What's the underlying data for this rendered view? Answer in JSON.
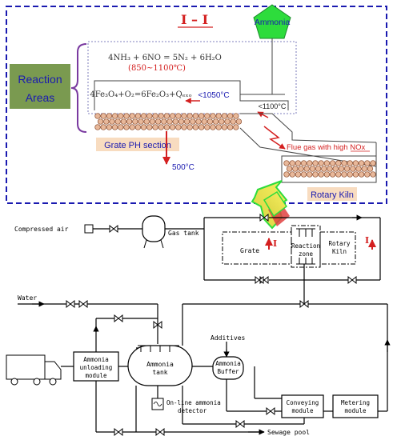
{
  "top_panel": {
    "section_title": "I – I",
    "ammonia_label": "Ammonia",
    "reaction_areas": [
      "Reaction",
      "Areas"
    ],
    "equation_nox": "4NH₃ + 6NO = 5N₂ + 6H₂O",
    "equation_range": "(850~1100℃)",
    "equation_fe": "4Fe₃O₄+O₂=6Fe₂O₃+Qₑₓₒ",
    "temp_1050": "<1050°C",
    "temp_1100": "<1100°C",
    "temp_500": "500°C",
    "flue_gas": "Flue gas with high NOx",
    "grate_ph": "Grate PH section",
    "rotary_kiln": "Rotary Kiln"
  },
  "process": {
    "compressed_air": "Compressed air",
    "gas_tank": "Gas tank",
    "grate": "Grate",
    "reaction_zone": [
      "Reaction",
      "zone"
    ],
    "rotary_kiln": [
      "Rotary",
      "Kiln"
    ],
    "section_mark_left": "I",
    "section_mark_right": "I",
    "water": "Water",
    "additives": "Additives",
    "ammonia_unloading": [
      "Ammonia",
      "unloading",
      "module"
    ],
    "ammonia_tank": [
      "Ammonia",
      "tank"
    ],
    "ammonia_buffer": [
      "Ammonia",
      "Buffer"
    ],
    "online_detector": [
      "On-line ammonia",
      "detector"
    ],
    "conveying_module": [
      "Conveying",
      "module"
    ],
    "metering_module": [
      "Metering",
      "module"
    ],
    "sewage_pool": "Sewage pool"
  },
  "colors": {
    "dashed_border": "#1a1ab0",
    "pellet_fill": "#e8b89a",
    "pellet_stroke": "#8a4a2a",
    "red_text": "#d42020",
    "blue_text": "#1a1ab0",
    "ammonia_green": "#2ddc3c",
    "reaction_areas_bg": "#7a9a50",
    "label_bg": "#f8dcc0",
    "arrow_yellow": "#e8e030"
  }
}
